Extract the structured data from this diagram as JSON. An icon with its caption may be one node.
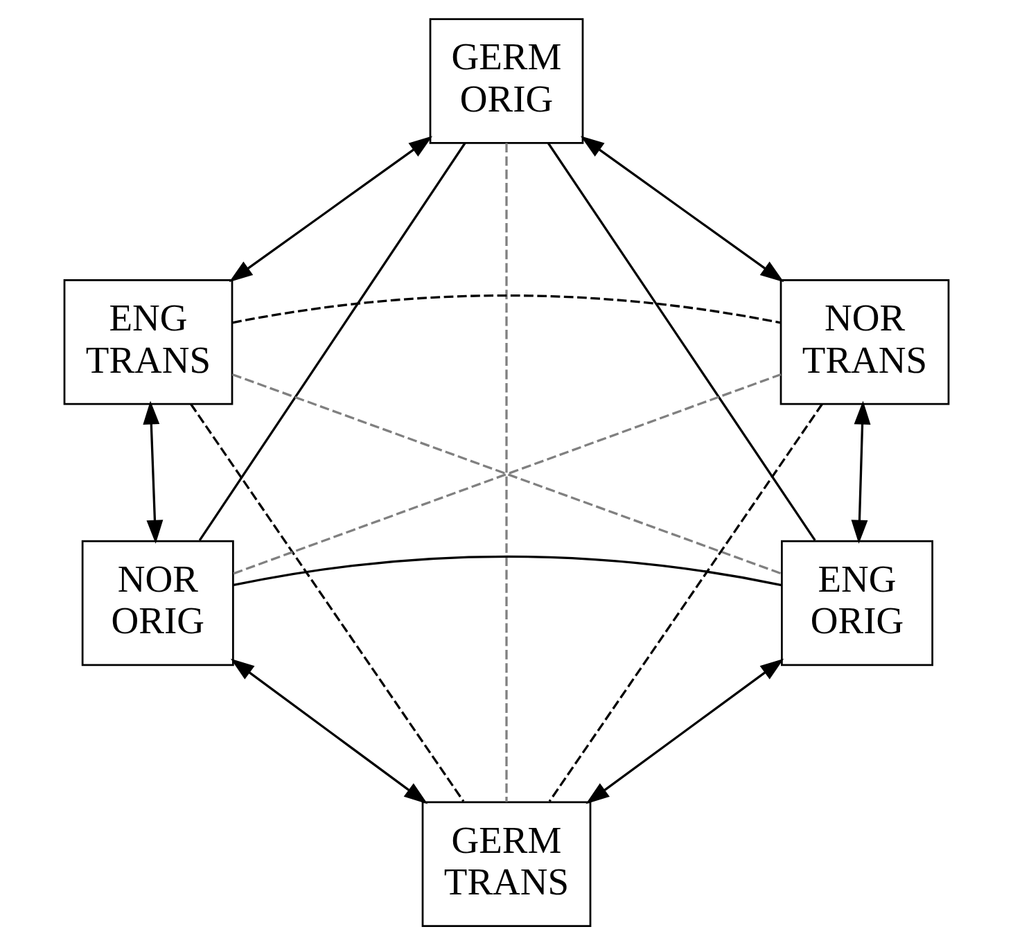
{
  "diagram": {
    "nodes": [
      {
        "text": [
          "GERM ORIG"
        ]
      },
      {
        "text": [
          "ENG TRANS"
        ]
      },
      {
        "text": [
          "NOR TRANS"
        ]
      },
      {
        "text": [
          "NOR ORIG"
        ]
      },
      {
        "text": [
          "ENG ORIG"
        ]
      },
      {
        "text": [
          "GERM TRANS"
        ]
      }
    ],
    "edges": [
      {
        "from": 0,
        "to": 1,
        "arrow": "both"
      },
      {
        "from": 0,
        "to": 2,
        "arrow": "both"
      },
      {
        "from": 1,
        "to": 3,
        "arrow": "both"
      },
      {
        "from": 2,
        "to": 4,
        "arrow": "both"
      },
      {
        "from": 3,
        "to": 5,
        "arrow": "both"
      },
      {
        "from": 4,
        "to": 5,
        "arrow": "both"
      },
      {
        "from": 0,
        "to": 3,
        "arrow": "none"
      },
      {
        "from": 0,
        "to": 4,
        "arrow": "none"
      },
      {
        "from": 3,
        "to": 4,
        "arrow": "none"
      },
      {
        "from": 1,
        "to": 2,
        "arrow": "none",
        "style": "dashed"
      },
      {
        "from": 1,
        "to": 5,
        "arrow": "none",
        "style": "dashed"
      },
      {
        "from": 2,
        "to": 5,
        "arrow": "none",
        "style": "dashed"
      },
      {
        "from": 0,
        "to": 5,
        "arrow": "none",
        "style": "dashed",
        "color": "#808080"
      },
      {
        "from": 1,
        "to": 4,
        "arrow": "none",
        "style": "dashed",
        "color": "#808080"
      },
      {
        "from": 3,
        "to": 2,
        "arrow": "none",
        "style": "dashed",
        "color": "#808080"
      }
    ]
  }
}
